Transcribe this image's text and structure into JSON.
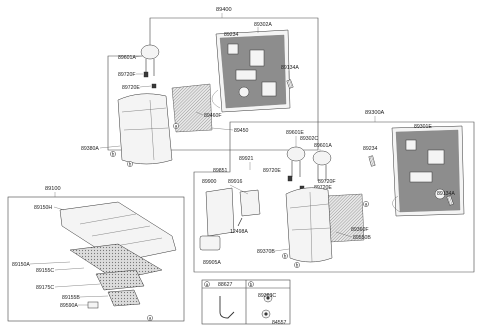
{
  "groups": {
    "rear_back_left": "89400",
    "rear_back_right": "89300A",
    "cushion": "89100"
  },
  "labels": {
    "l89302A": "89302A",
    "l89234a": "89234",
    "l89601A": "89601A",
    "l89720F": "89720F",
    "l89720E": "89720E",
    "l89134A": "89134A",
    "l89460F": "89460F",
    "l89450": "89450",
    "l89380A": "89380A",
    "l89301E": "89301E",
    "l89601E": "89601E",
    "l89302C": "89302C",
    "l89601A2": "89601A",
    "l89921": "89921",
    "l89234b": "89234",
    "l89851": "89851",
    "l89720Eb": "89720E",
    "l89720Fb": "89720F",
    "l89720Ec": "89720E",
    "l89900": "89900",
    "l89916": "89916",
    "l89134Ab": "89134A",
    "l12498A": "12498A",
    "l89360F": "89360F",
    "l89370B": "89370B",
    "l89550B": "89550B",
    "l89905A": "89905A",
    "l89150H": "89150H",
    "l89150A": "89150A",
    "l89155C": "89155C",
    "l89175C": "89175C",
    "l89155B": "89155B",
    "l89590A": "89590A",
    "l88627": "88627",
    "l89363C": "89363C",
    "l84557": "84557"
  },
  "callouts": {
    "a": "a",
    "b": "b"
  },
  "legend": {
    "a_letter": "a",
    "a_part": "88627",
    "b_letter": "b",
    "b_part1": "89363C",
    "b_part2": "84557"
  }
}
